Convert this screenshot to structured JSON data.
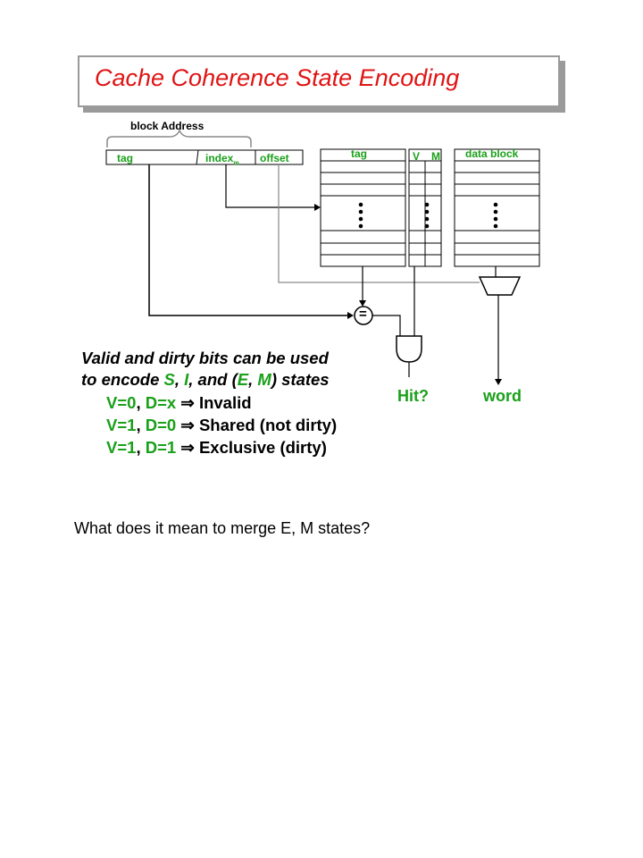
{
  "title": "Cache Coherence State Encoding",
  "address": {
    "brace_label": "block Address",
    "fields": {
      "tag": "tag",
      "index": "index",
      "index_sub": "m",
      "offset": "offset"
    }
  },
  "arrays": {
    "tag_header": "tag",
    "v_header": "V",
    "m_header": "M",
    "data_header": "data block"
  },
  "comparator": "=",
  "outputs": {
    "hit": "Hit?",
    "word": "word"
  },
  "explanation": {
    "line1": "Valid and dirty bits can be used",
    "line2": {
      "a": "to encode ",
      "S": "S",
      "c1": ", ",
      "I": "I",
      "c2": ", and (",
      "E": "E",
      "c3": ", ",
      "M": "M",
      "c4": ") states"
    },
    "rules": [
      {
        "v": "V=0",
        "sep": ", ",
        "d": "D=x",
        "arrow": " ⇒ ",
        "state": "Invalid"
      },
      {
        "v": "V=1",
        "sep": ", ",
        "d": "D=0",
        "arrow": " ⇒ ",
        "state": "Shared (not dirty)"
      },
      {
        "v": "V=1",
        "sep": ", ",
        "d": "D=1",
        "arrow": " ⇒ ",
        "state": "Exclusive (dirty)"
      }
    ]
  },
  "question": "What does it mean to merge E, M states?",
  "colors": {
    "title": "#e01414",
    "label_green": "#1aa01a",
    "line_gray": "#9a9a9a"
  }
}
